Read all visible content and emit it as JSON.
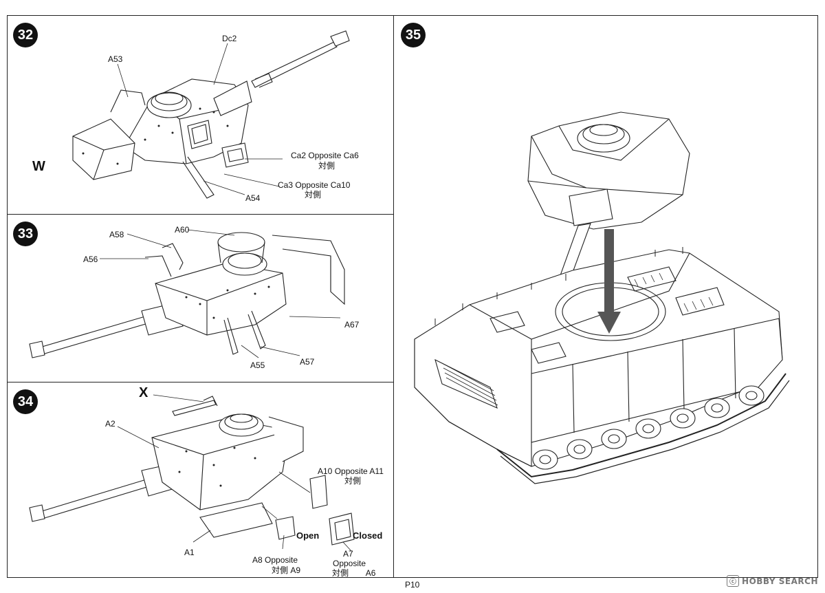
{
  "steps": [
    {
      "number": "32",
      "labels": {
        "dc2": "Dc2",
        "a53": "A53",
        "w": "W",
        "ca2": "Ca2",
        "ca2_opposite": "Opposite",
        "ca6": "Ca6",
        "ca2_jp": "対側",
        "ca3": "Ca3",
        "ca3_opposite": "Opposite",
        "ca10": "Ca10",
        "ca3_jp": "対側",
        "a54": "A54"
      }
    },
    {
      "number": "33",
      "labels": {
        "a60": "A60",
        "a58": "A58",
        "a56": "A56",
        "a67": "A67",
        "a55": "A55",
        "a57": "A57"
      }
    },
    {
      "number": "34",
      "labels": {
        "x": "X",
        "a2": "A2",
        "a10": "A10",
        "a10_opposite": "Opposite",
        "a11": "A11",
        "a10_jp": "対側",
        "open": "Open",
        "closed": "Closed",
        "a1": "A1",
        "a8": "A8",
        "a8_opposite": "Opposite",
        "a8_jp": "対側",
        "a9": "A9",
        "a7": "A7",
        "a7_opposite": "Opposite",
        "a7_jp": "対側",
        "a6": "A6"
      }
    },
    {
      "number": "35",
      "labels": {}
    }
  ],
  "page_label": "P10",
  "watermark": {
    "box": "ⓒ",
    "text": "HOBBY SEARCH"
  },
  "colors": {
    "line": "#222222",
    "arrow": "#555555",
    "badge": "#111111"
  }
}
